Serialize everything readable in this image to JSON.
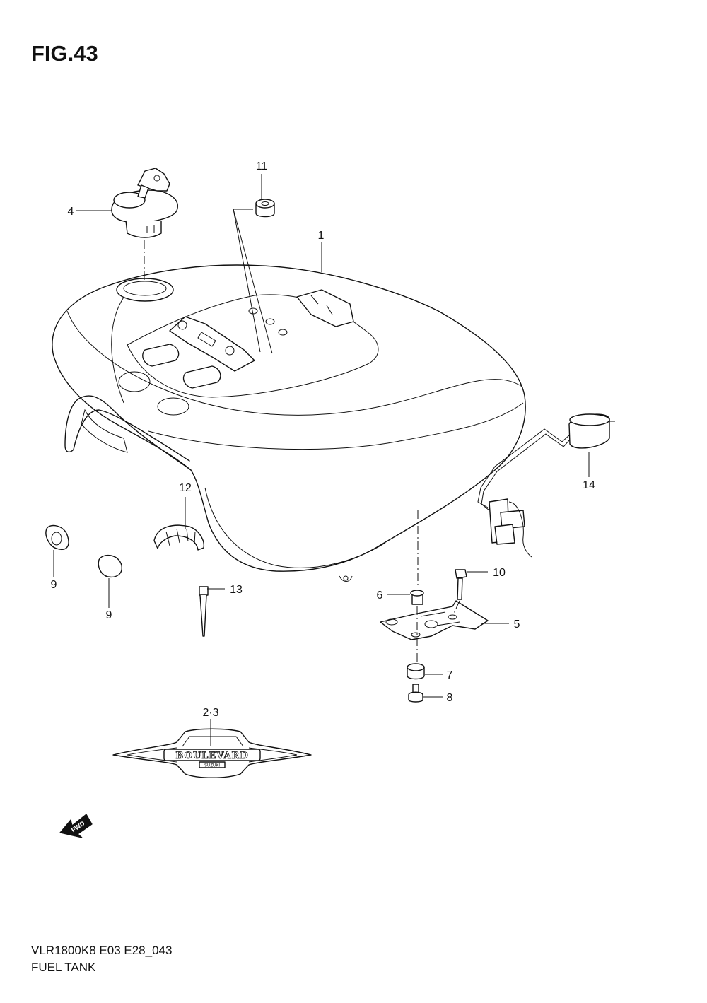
{
  "figure": {
    "title": "FIG.43",
    "model_code": "VLR1800K8 E03 E28_043",
    "name": "FUEL TANK"
  },
  "callouts": {
    "p1": "1",
    "p2_3": "2·3",
    "p4": "4",
    "p5": "5",
    "p6": "6",
    "p7": "7",
    "p8": "8",
    "p9a": "9",
    "p9b": "9",
    "p10": "10",
    "p11": "11",
    "p12": "12",
    "p13": "13",
    "p14": "14"
  },
  "emblem": {
    "word": "BOULEVARD",
    "brand": "SUZUKI"
  },
  "fwd_arrow": {
    "label": "FWD"
  }
}
